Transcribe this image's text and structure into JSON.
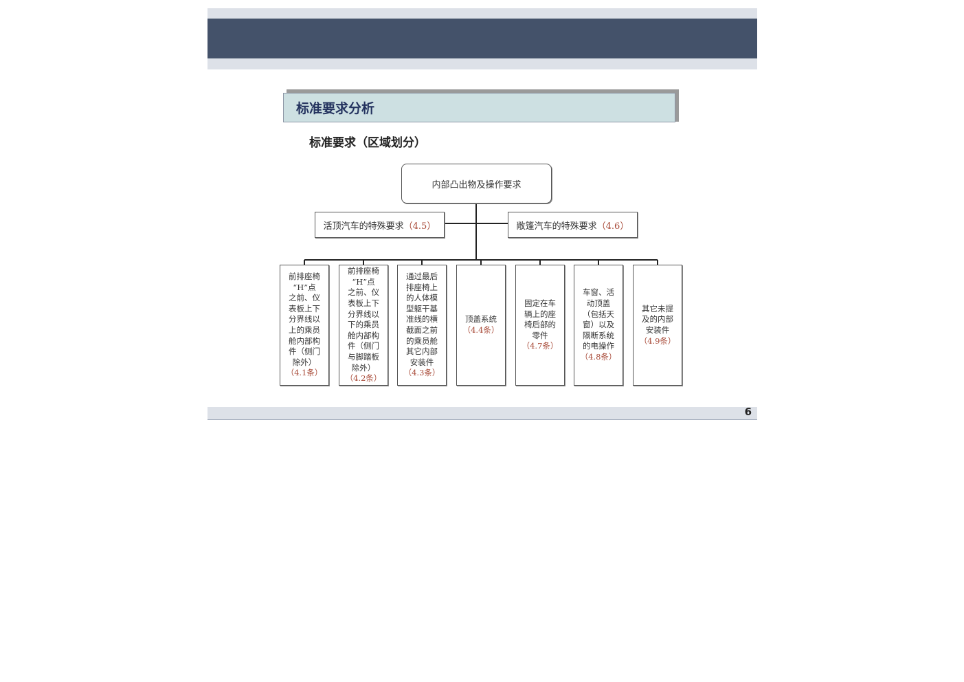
{
  "slide": {
    "title": "标准要求分析",
    "subtitle": "标准要求（区域划分）",
    "page_number": "6"
  },
  "diagram": {
    "root": {
      "label": "内部凸出物及操作要求"
    },
    "side_left": {
      "label": "活顶汽车的特殊要求",
      "ref": "（4.5）"
    },
    "side_right": {
      "label": "敞篷汽车的特殊要求",
      "ref": "（4.6）"
    },
    "leaves": [
      {
        "text": "前排座椅\n“H”点\n之前、仪\n表板上下\n分界线以\n上的乘员\n舱内部构\n件（侧门\n除外）",
        "ref": "（4.1条）"
      },
      {
        "text": "前排座椅\n“H”点\n之前、仪\n表板上下\n分界线以\n下的乘员\n舱内部构\n件（侧门\n与脚踏板\n除外）",
        "ref": "（4.2条）"
      },
      {
        "text": "通过最后\n排座椅上\n的人体模\n型躯干基\n准线的横\n截面之前\n的乘员舱\n其它内部\n安装件",
        "ref": "（4.3条）"
      },
      {
        "text": "顶盖系统",
        "ref": "（4.4条）"
      },
      {
        "text": "固定在车\n辆上的座\n椅后部的\n零件",
        "ref": "（4.7条）"
      },
      {
        "text": "车窗、活\n动顶盖\n（包括天\n窗）以及\n隔断系统\n的电操作",
        "ref": "（4.8条）"
      },
      {
        "text": "其它未提\n及的内部\n安装件",
        "ref": "（4.9条）"
      }
    ]
  },
  "colors": {
    "header_band": "#44526a",
    "light_band": "#dde1e8",
    "title_box": "#cde0e2",
    "ref_text": "#a84a38"
  }
}
